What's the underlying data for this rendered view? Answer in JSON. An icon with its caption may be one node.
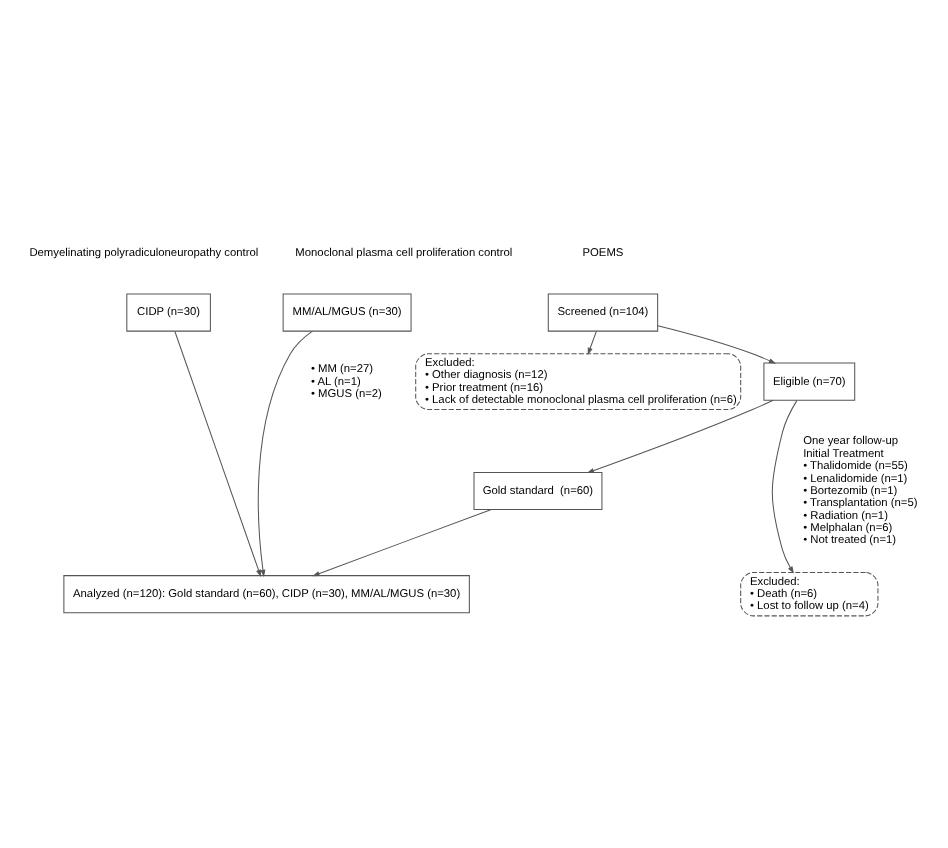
{
  "diagram": {
    "nodes": [
      {
        "text": [
          "Screened (n=104)"
        ],
        "beside": [
          "POEMS"
        ]
      },
      {
        "text": [
          "CIDP (n=30)"
        ],
        "beside": [
          "Demyelinating polyradiculoneuropathy control"
        ]
      },
      {
        "text": [
          "MM/AL/MGUS (n=30)"
        ],
        "beside": [
          "Monoclonal plasma cell proliferation control"
        ]
      },
      {
        "text": [
          "Excluded:",
          "• Other diagnosis (n=12)",
          "• Prior treatment (n=16)",
          "• Lack of detectable monoclonal plasma cell proliferation (n=6)"
        ]
      },
      {
        "text": [
          "Eligible (n=70)"
        ]
      },
      {
        "text": [
          "Excluded:",
          "• Death (n=6)",
          "• Lost to follow up (n=4)"
        ]
      },
      {
        "text": [
          "Gold standard  (n=60)"
        ]
      },
      {
        "text": [
          "Analyzed (n=120): Gold standard (n=60), CIDP (n=30), MM/AL/MGUS (n=30)"
        ]
      }
    ],
    "edges": [
      {
        "from": 0,
        "to": 3,
        "arrow": "to"
      },
      {
        "from": 0,
        "to": 4,
        "arrow": "to"
      },
      {
        "from": 4,
        "to": 5,
        "arrow": "to"
      },
      {
        "from": 4,
        "to": 6,
        "arrow": "to"
      },
      {
        "from": 6,
        "to": 7,
        "arrow": "to"
      },
      {
        "from": 1,
        "to": 7,
        "arrow": "to"
      },
      {
        "from": 2,
        "to": 7,
        "arrow": "to"
      }
    ],
    "labels": [
      "• MM (n=27)",
      "• AL (n=1)",
      "• MGUS (n=2)",
      "One year follow-up",
      "Initial Treatment",
      "• Thalidomide (n=55)",
      "• Lenalidomide (n=1)",
      "• Bortezomib (n=1)",
      "• Transplantation (n=5)",
      "• Radiation (n=1)",
      "• Melphalan (n=6)",
      "• Not treated (n=1)"
    ]
  }
}
